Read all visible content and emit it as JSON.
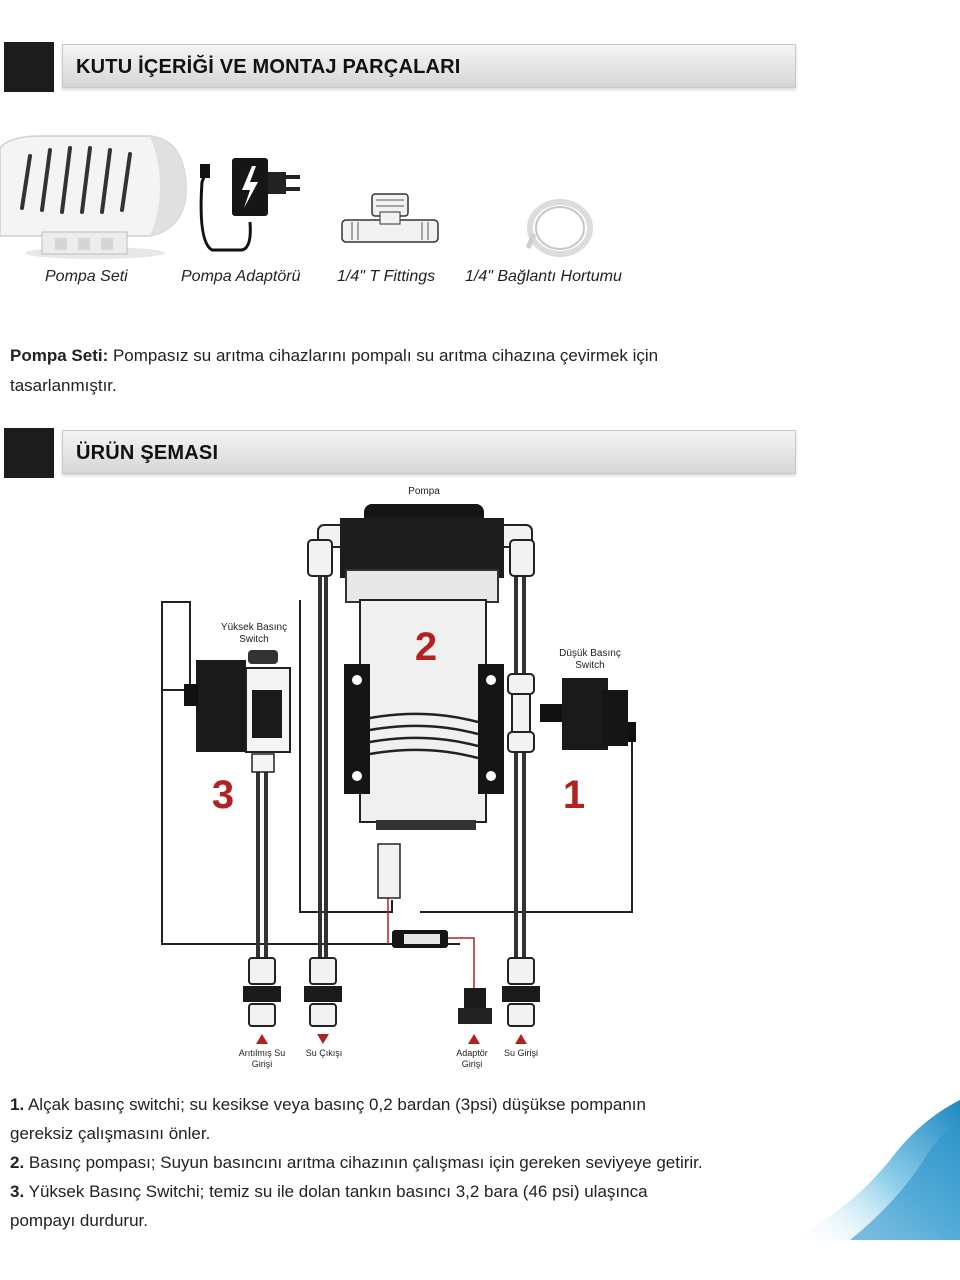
{
  "section1": {
    "title": "KUTU İÇERİĞİ VE MONTAJ PARÇALARI"
  },
  "products": [
    {
      "caption": "Pompa Seti"
    },
    {
      "caption": "Pompa Adaptörü"
    },
    {
      "caption": "1/4\" T Fittings"
    },
    {
      "caption": "1/4\" Bağlantı Hortumu"
    }
  ],
  "description": {
    "label": "Pompa Seti:",
    "text_line1": " Pompasız su arıtma cihazlarını pompalı su arıtma cihazına çevirmek için",
    "text_line2": "tasarlanmıştır."
  },
  "section2": {
    "title": "ÜRÜN ŞEMASI"
  },
  "diagram": {
    "pump_label": "Pompa",
    "high_switch_line1": "Yüksek Basınç",
    "high_switch_line2": "Switch",
    "low_switch_line1": "Düşük Basınç",
    "low_switch_line2": "Switch",
    "num1": "1",
    "num2": "2",
    "num3": "3",
    "port1_line1": "Arıtılmış Su",
    "port1_line2": "Girişi",
    "port2": "Su Çıkışı",
    "port3_line1": "Adaptör",
    "port3_line2": "Girişi",
    "port4": "Su Girişi",
    "accent_red": "#b22222"
  },
  "notes": [
    {
      "num": "1.",
      "line1": " Alçak basınç switchi; su kesikse veya basınç 0,2 bardan (3psi) düşükse pompanın",
      "line2": "gereksiz çalışmasını önler."
    },
    {
      "num": "2.",
      "line1": " Basınç pompası; Suyun basıncını arıtma cihazının çalışması için gereken seviyeye getirir."
    },
    {
      "num": "3.",
      "line1": " Yüksek Basınç Switchi; temiz su ile dolan tankın basıncı 3,2 bara (46 psi) ulaşınca",
      "line2": "pompayı durdurur."
    }
  ]
}
